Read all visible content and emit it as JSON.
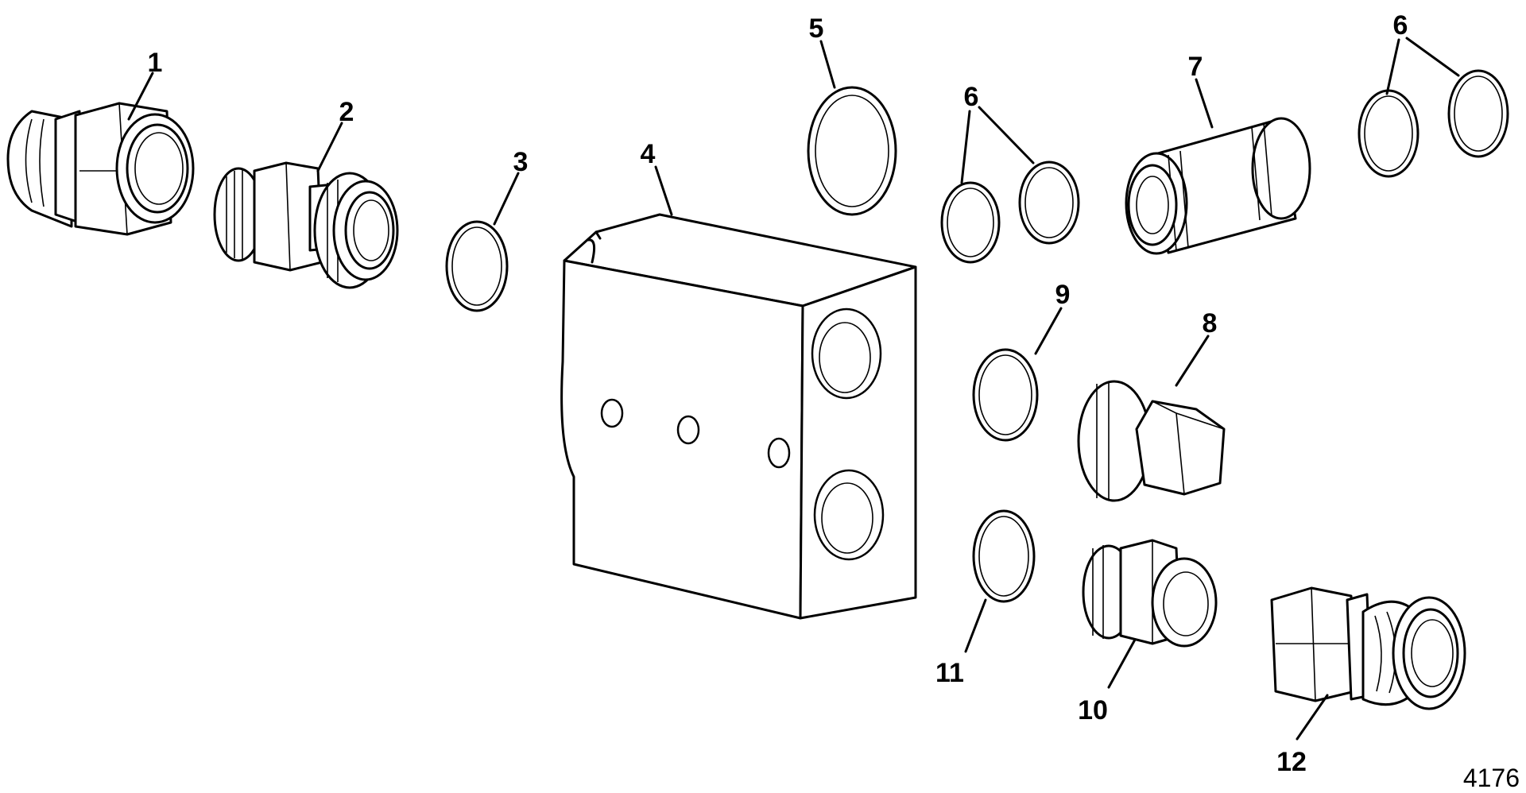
{
  "callouts": [
    {
      "id": "c1",
      "label": "1"
    },
    {
      "id": "c2",
      "label": "2"
    },
    {
      "id": "c3",
      "label": "3"
    },
    {
      "id": "c4",
      "label": "4"
    },
    {
      "id": "c5",
      "label": "5"
    },
    {
      "id": "c6a",
      "label": "6"
    },
    {
      "id": "c7",
      "label": "7"
    },
    {
      "id": "c6b",
      "label": "6"
    },
    {
      "id": "c9",
      "label": "9"
    },
    {
      "id": "c8",
      "label": "8"
    },
    {
      "id": "c11",
      "label": "11"
    },
    {
      "id": "c10",
      "label": "10"
    },
    {
      "id": "c12",
      "label": "12"
    }
  ],
  "figure_id": "4176"
}
